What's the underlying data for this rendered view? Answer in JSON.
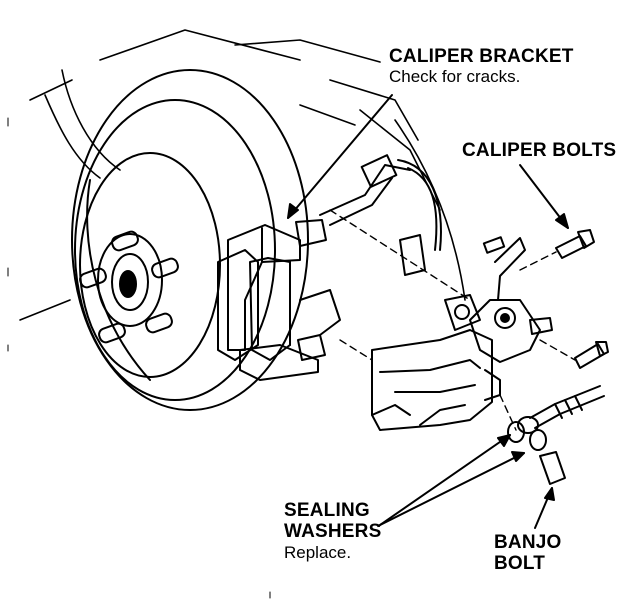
{
  "labels": {
    "caliper_bracket": {
      "title": "CALIPER BRACKET",
      "note": "Check for cracks."
    },
    "caliper_bolts": {
      "title": "CALIPER BOLTS"
    },
    "sealing_washers": {
      "title_line1": "SEALING",
      "title_line2": "WASHERS",
      "note": "Replace."
    },
    "banjo_bolt": {
      "title_line1": "BANJO",
      "title_line2": "BOLT"
    }
  },
  "colors": {
    "ink": "#000000",
    "paper": "#ffffff"
  }
}
